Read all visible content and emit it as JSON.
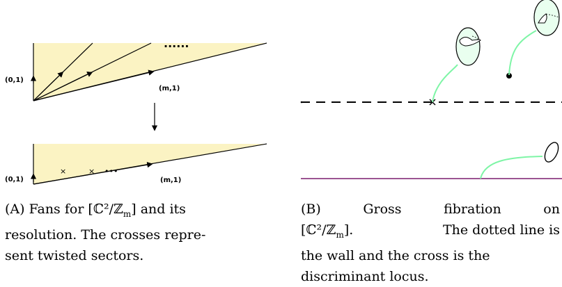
{
  "left_panel": {
    "top_fan": {
      "label_left": "(0,1)",
      "label_right": "(m,1)",
      "dots": "......"
    },
    "bottom_fan": {
      "label_left": "(0,1)",
      "label_right": "(m,1)",
      "crosses": [
        "×",
        "×"
      ],
      "dots": "•••"
    },
    "caption": {
      "tag": "(A)",
      "line1_rest": "Fans for [ℂ²/ℤ",
      "sub_m": "m",
      "line1_tail": "] and its",
      "line2": "resolution. The crosses repre-",
      "line3": "sent twisted sectors."
    }
  },
  "right_panel": {
    "caption": {
      "tag": "(B)",
      "w1": "Gross",
      "w2": "fibration",
      "w3": "on",
      "line2a": "[ℂ²/ℤ",
      "sub_m": "m",
      "line2b": "].",
      "line2c": "The dotted line is",
      "line3": "the wall and the cross is the",
      "line4": "discriminant locus."
    }
  }
}
